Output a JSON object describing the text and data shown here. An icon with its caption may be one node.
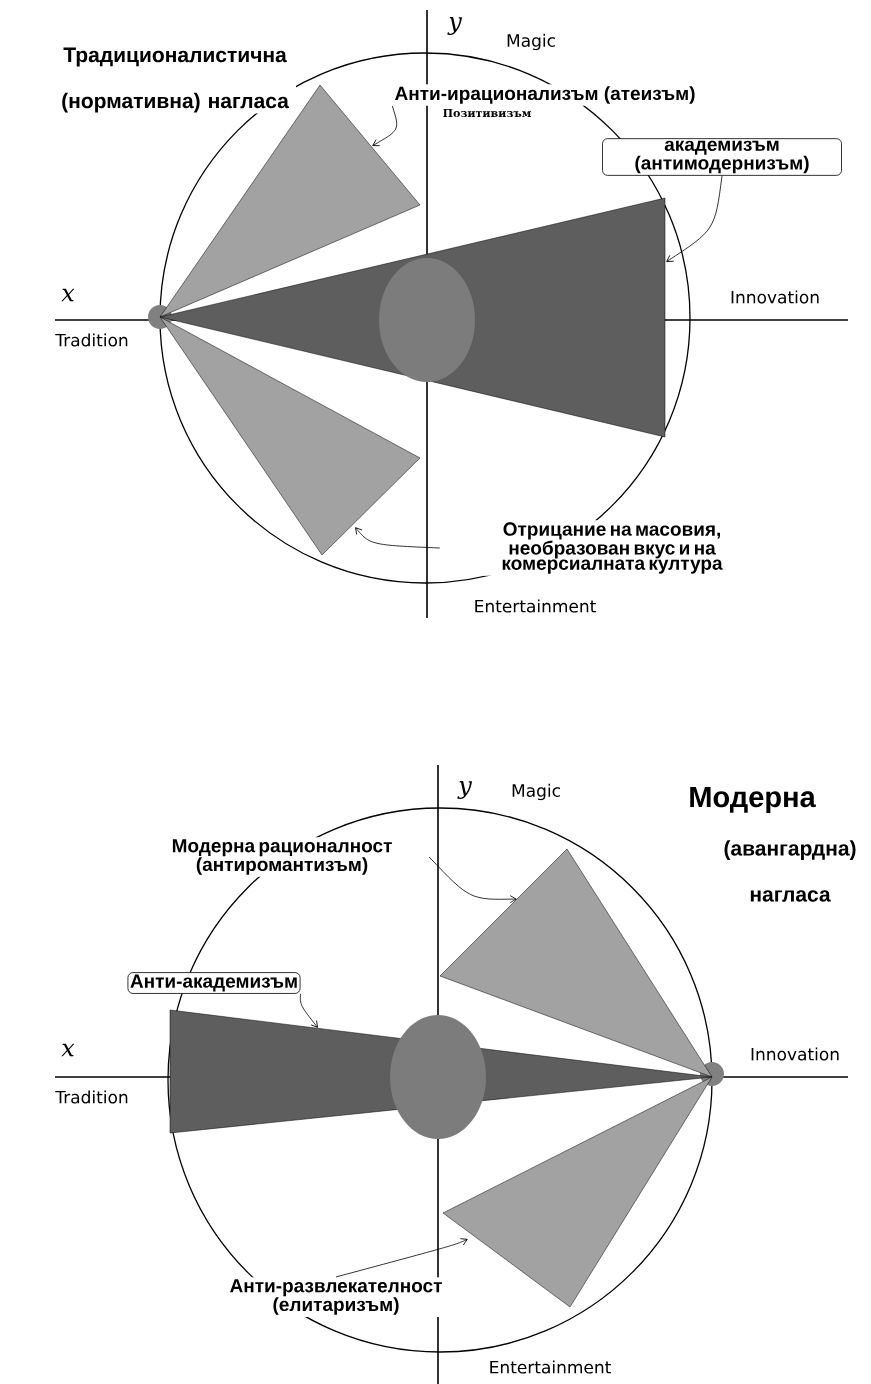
{
  "diagram": {
    "nodes": [
      {
        "text": [
          "Анти-ирационализъм (атеизъм)"
        ]
      },
      {
        "text": [],
        "shape": "triangle"
      },
      {
        "text": [
          "академизъм (антимодернизъм)"
        ]
      },
      {
        "text": [],
        "shape": "triangle"
      },
      {
        "text": [],
        "shape": "triangle"
      },
      {
        "text": [
          "Отрицание на масовия, необразован вкус и на комерсиалната култура"
        ]
      },
      {
        "text": [
          "Модерна рационалност (антиромантизъм)"
        ]
      },
      {
        "text": [],
        "shape": "triangle"
      },
      {
        "text": [
          "Анти-академизъм"
        ]
      },
      {
        "text": [],
        "shape": "triangle"
      },
      {
        "text": [],
        "shape": "triangle"
      },
      {
        "text": [
          "Анти-развлекателност (елитаризъм)"
        ]
      }
    ],
    "edges": [
      {
        "from": 0,
        "to": 1,
        "arrow": "to"
      },
      {
        "from": 2,
        "to": 3,
        "arrow": "to"
      },
      {
        "from": 5,
        "to": 4,
        "arrow": "to"
      },
      {
        "from": 6,
        "to": 7,
        "arrow": "to"
      },
      {
        "from": 8,
        "to": 9,
        "arrow": "to"
      },
      {
        "from": 11,
        "to": 10,
        "arrow": "to"
      }
    ],
    "labels": [
      "Традиционалистична (нормативна) нагласа",
      "y",
      "Magic",
      "Позитивизъм",
      "x",
      "Innovation",
      "Tradition",
      "Entertainment",
      "y",
      "Magic",
      "Модерна",
      "(авангардна) нагласа",
      "x",
      "Innovation",
      "Tradition",
      "Entertainment"
    ]
  }
}
